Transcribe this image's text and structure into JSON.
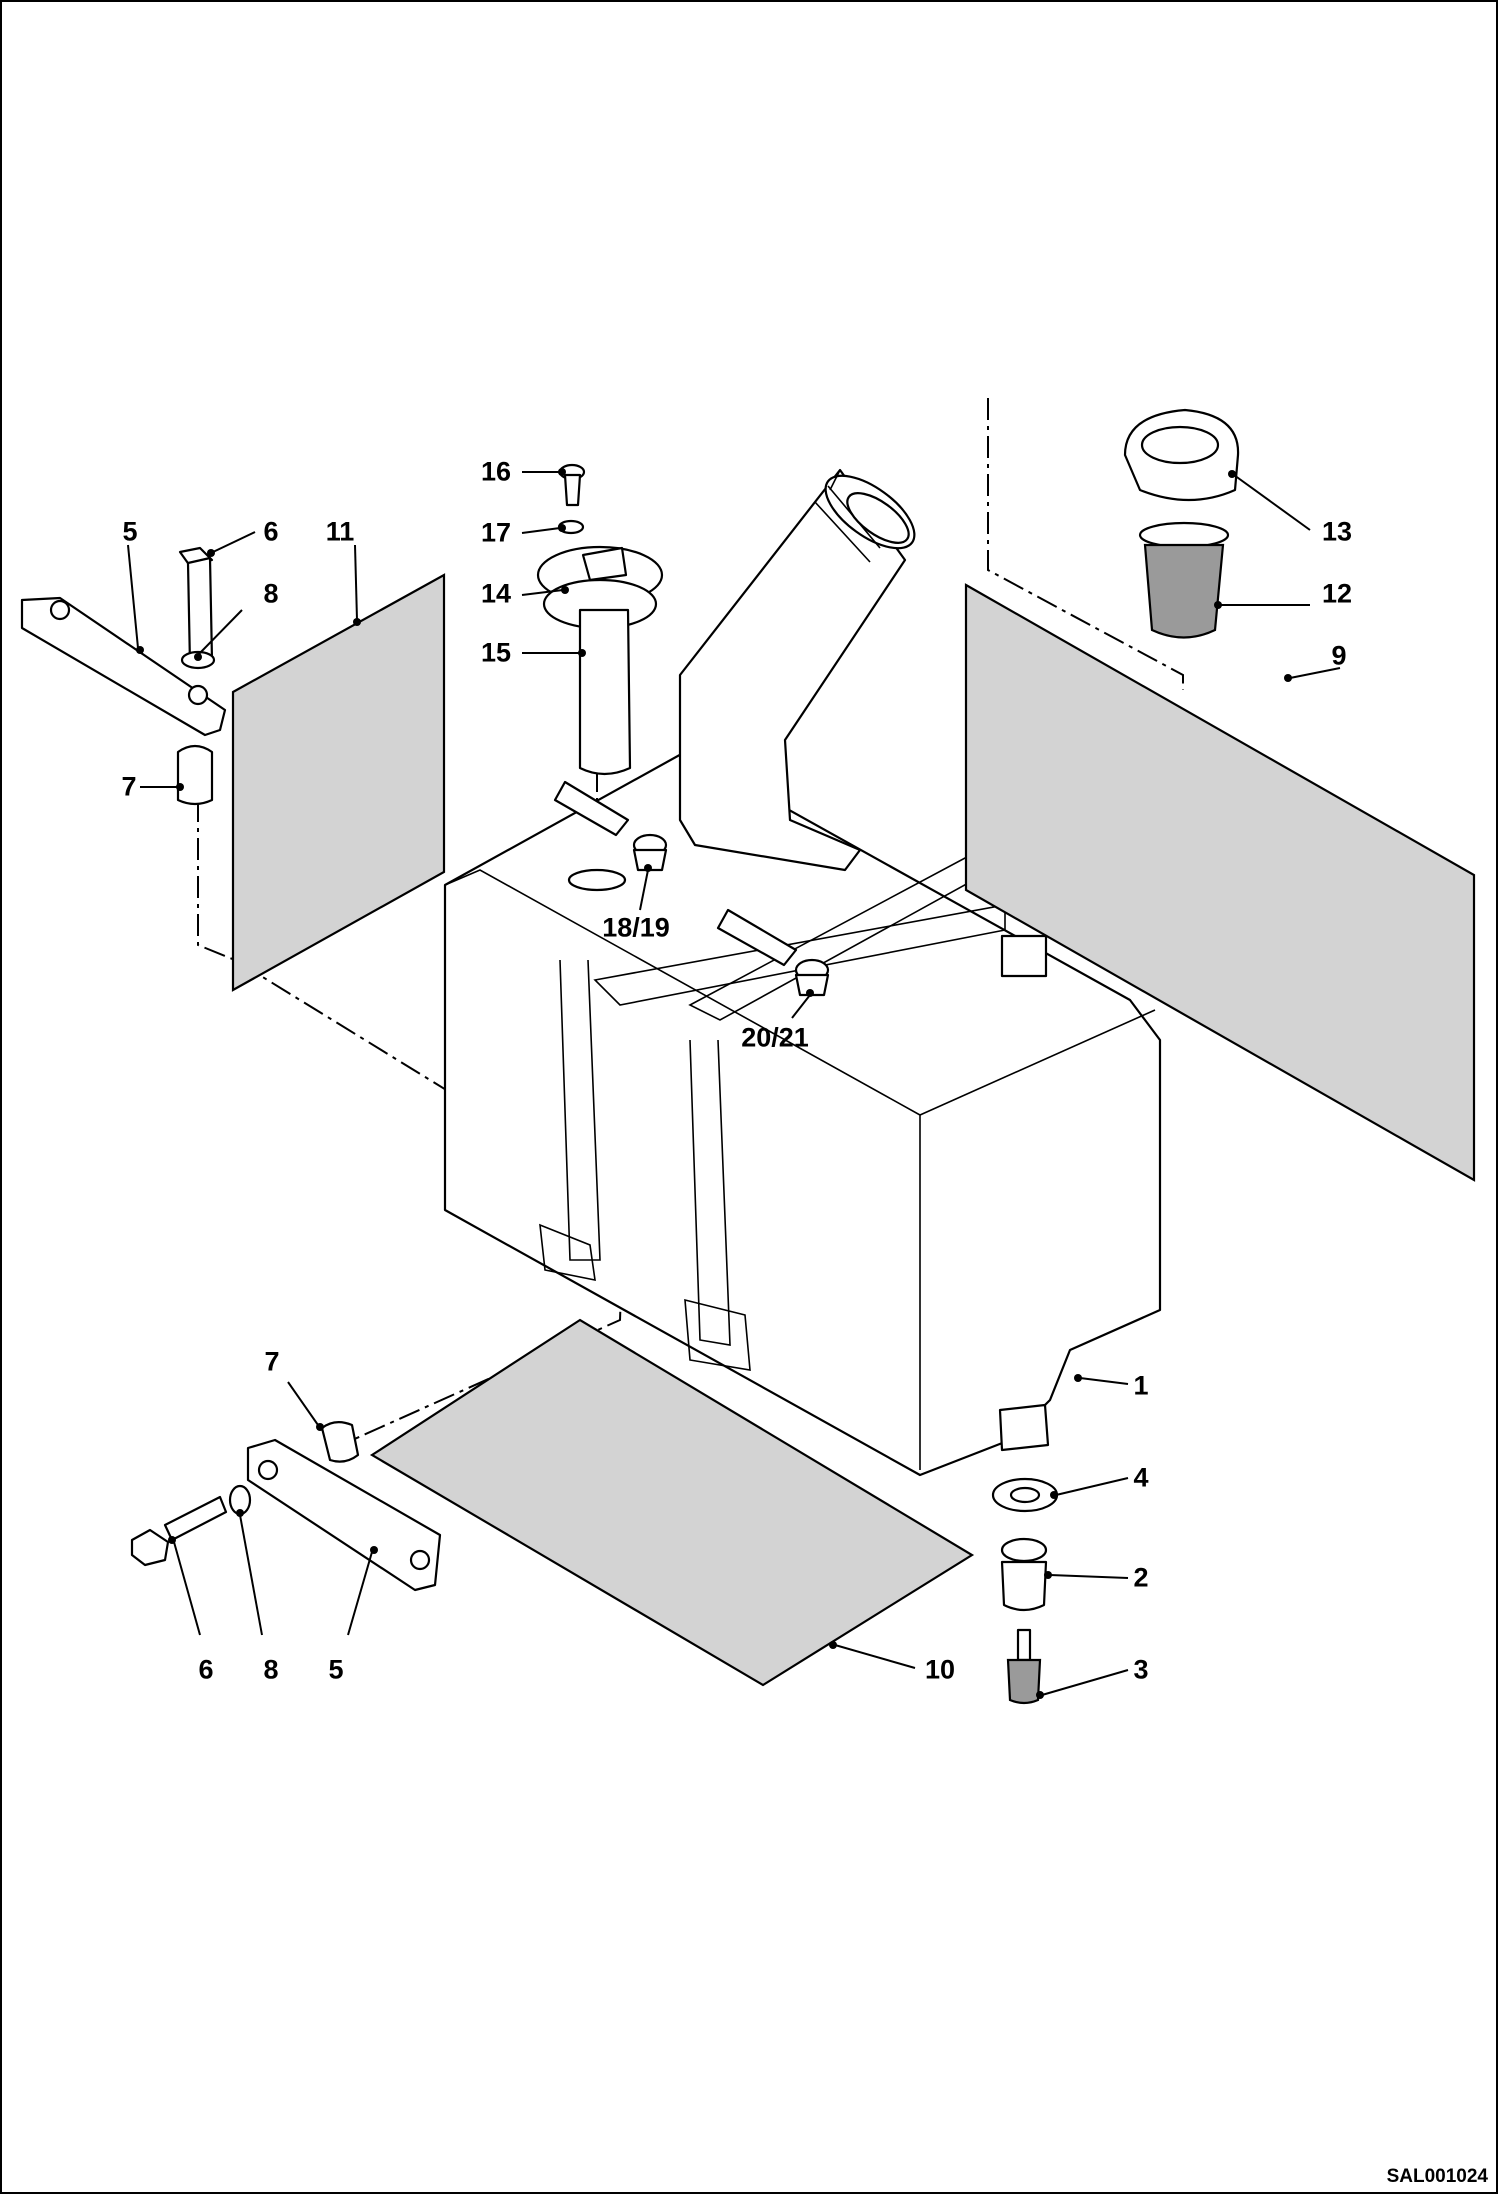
{
  "diagram": {
    "drawing_code": "SAL001024",
    "callouts": {
      "c1": "1",
      "c2": "2",
      "c3": "3",
      "c4": "4",
      "c5a": "5",
      "c5b": "5",
      "c6a": "6",
      "c6b": "6",
      "c7a": "7",
      "c7b": "7",
      "c8a": "8",
      "c8b": "8",
      "c9": "9",
      "c10": "10",
      "c11": "11",
      "c12": "12",
      "c13": "13",
      "c14": "14",
      "c15": "15",
      "c16": "16",
      "c17": "17",
      "c1819": "18/19",
      "c2021": "20/21"
    }
  }
}
